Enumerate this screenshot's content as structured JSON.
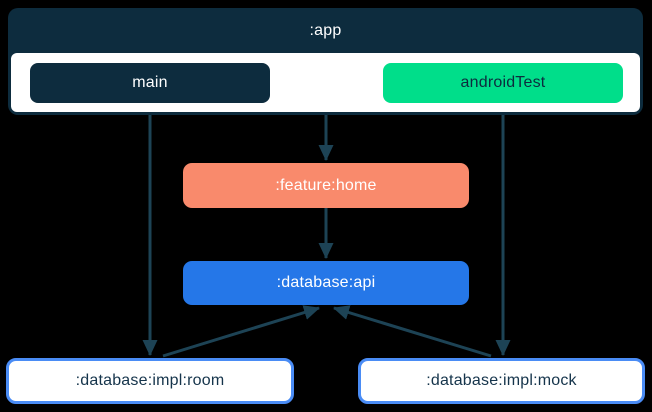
{
  "diagram": {
    "type": "module-dependency-graph",
    "colors": {
      "background": "#000000",
      "navy": "#0D2C3E",
      "edge": "#1D4355",
      "android_test_green": "#00DE8A",
      "feature_salmon": "#F98A6C",
      "api_blue": "#2577E8",
      "impl_border_blue": "#4A8CF5",
      "impl_text_navy": "#15344B",
      "white": "#FFFFFF"
    }
  },
  "app": {
    "title": ":app",
    "source_sets": [
      {
        "id": "main",
        "label": "main"
      },
      {
        "id": "androidTest",
        "label": "androidTest"
      }
    ]
  },
  "modules": {
    "feature_home": {
      "label": ":feature:home"
    },
    "database_api": {
      "label": ":database:api"
    },
    "database_impl_room": {
      "label": ":database:impl:room"
    },
    "database_impl_mock": {
      "label": ":database:impl:mock"
    }
  },
  "edges": [
    {
      "from": ":app",
      "to": ":feature:home"
    },
    {
      "from": "main",
      "to": ":database:impl:room"
    },
    {
      "from": "androidTest",
      "to": ":database:impl:mock"
    },
    {
      "from": ":feature:home",
      "to": ":database:api"
    },
    {
      "from": ":database:impl:room",
      "to": ":database:api"
    },
    {
      "from": ":database:impl:mock",
      "to": ":database:api"
    }
  ]
}
